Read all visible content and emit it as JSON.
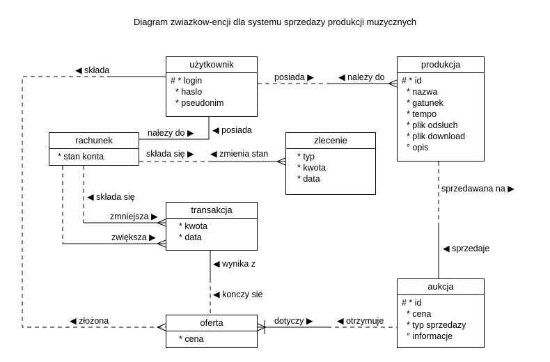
{
  "title": "Diagram zwiazkow-encji dla systemu sprzedazy produkcji muzycznych",
  "entities": {
    "uzytkownik": {
      "name": "użytkownik",
      "attributes": [
        "# * login",
        "  * haslo",
        "  * pseudonim"
      ]
    },
    "produkcja": {
      "name": "produkcja",
      "attributes": [
        "# * id",
        "  * nazwa",
        "  * gatunek",
        "  * tempo",
        "  * plik odsłuch",
        "  * plik download",
        "  ° opis"
      ]
    },
    "rachunek": {
      "name": "rachunek",
      "attributes": [
        "* stan konta"
      ]
    },
    "zlecenie": {
      "name": "zlecenie",
      "attributes": [
        "* typ",
        "* kwota",
        "* data"
      ]
    },
    "transakcja": {
      "name": "transakcja",
      "attributes": [
        "* kwota",
        "* data"
      ]
    },
    "aukcja": {
      "name": "aukcja",
      "attributes": [
        "# * id",
        "  * cena",
        "  * typ sprzedazy",
        "  ° informacje"
      ]
    },
    "oferta": {
      "name": "oferta",
      "attributes": [
        "* cena"
      ]
    }
  },
  "relationships": {
    "sklada_top": "◀ składa",
    "posiada_top": "posiada ▶",
    "nalezy_do_top": "◀ należy do",
    "nalezy_do_mid": "należy do ▶",
    "posiada_mid": "◀ posiada",
    "sklada_sie_mid": "składa się ▶",
    "zmienia_stan": "◀ zmienia stan",
    "sklada_sie_left": "◀ składa się",
    "zmniejsza": "zmniejsza ▶",
    "zwieksza": "zwiększa ▶",
    "wynika_z": "◀ wynika z",
    "konczy_sie": "◀ konczy sie",
    "sprzedawana_na": "sprzedawana na ▶",
    "sprzedaje": "◀ sprzedaje",
    "zlozona": "◀ złożona",
    "dotyczy": "dotyczy ▶",
    "otrzymuje": "◀ otrzymuje"
  }
}
